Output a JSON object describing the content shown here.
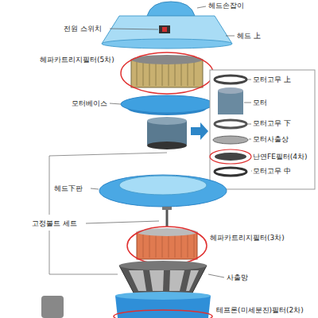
{
  "diagram": {
    "labels": [
      "헤드손잡이",
      "전원 스위치",
      "헤드 上",
      "헤파카트리지필터(5차)",
      "모터베이스",
      "모터고무 上",
      "모터",
      "모터고무 下",
      "모터사출상",
      "난연FE필터(4차)",
      "모터고무 中",
      "헤드下판",
      "고정볼트 세트",
      "헤파카트리지필터(3차)",
      "사출망",
      "테프론(미세분진)필터(2차)"
    ]
  }
}
